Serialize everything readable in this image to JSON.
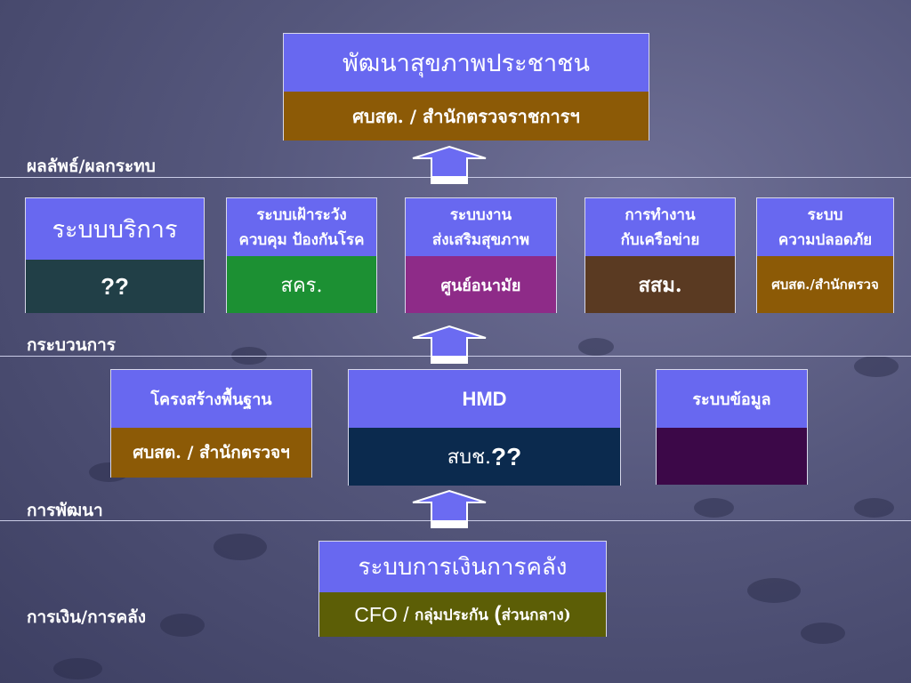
{
  "top_box": {
    "title": "พัฒนาสุขภาพประชาชน",
    "owner": "ศบสต. / สำนักตรวจราชการฯ"
  },
  "layers": {
    "outcome": "ผลลัพธ์/ผลกระทบ",
    "process": "กระบวนการ",
    "development": "การพัฒนา",
    "finance": "การเงิน/การคลัง"
  },
  "process_boxes": [
    {
      "line1": "ระบบบริการ",
      "line2": "",
      "owner": "??",
      "color": "#213f47"
    },
    {
      "line1": "ระบบเฝ้าระวัง",
      "line2": "ควบคุม ป้องกันโรค",
      "owner": "สคร.",
      "color": "#1c9033"
    },
    {
      "line1": "ระบบงาน",
      "line2": "ส่งเสริมสุขภาพ",
      "owner": "ศูนย์อนามัย",
      "color": "#8e2b88"
    },
    {
      "line1": "การทำงาน",
      "line2": "กับเครือข่าย",
      "owner": "สสม.",
      "color": "#5a3a22"
    },
    {
      "line1": "ระบบ",
      "line2": "ความปลอดภัย",
      "owner": "ศบสต./สำนักตรวจ",
      "color": "#8c5a06"
    }
  ],
  "dev_boxes": [
    {
      "title": "โครงสร้างพื้นฐาน",
      "owner": "ศบสต. / สำนักตรวจฯ",
      "color": "#8c5a06"
    },
    {
      "title": "HMD",
      "owner_prefix": "สบช.",
      "owner_suffix": "??",
      "color": "#0b2a4e"
    },
    {
      "title": "ระบบข้อมูล",
      "owner": "",
      "color": "#3c0848"
    }
  ],
  "finance_box": {
    "title": "ระบบการเงินการคลัง",
    "owner_prefix": "CFO / ",
    "owner_main": "กลุ่มประกัน",
    "owner_open": " (",
    "owner_paren": "ส่วนกลาง)",
    "color": "#5c5e06"
  },
  "colors": {
    "header": "#6868f0",
    "top_owner": "#8c5a06"
  }
}
